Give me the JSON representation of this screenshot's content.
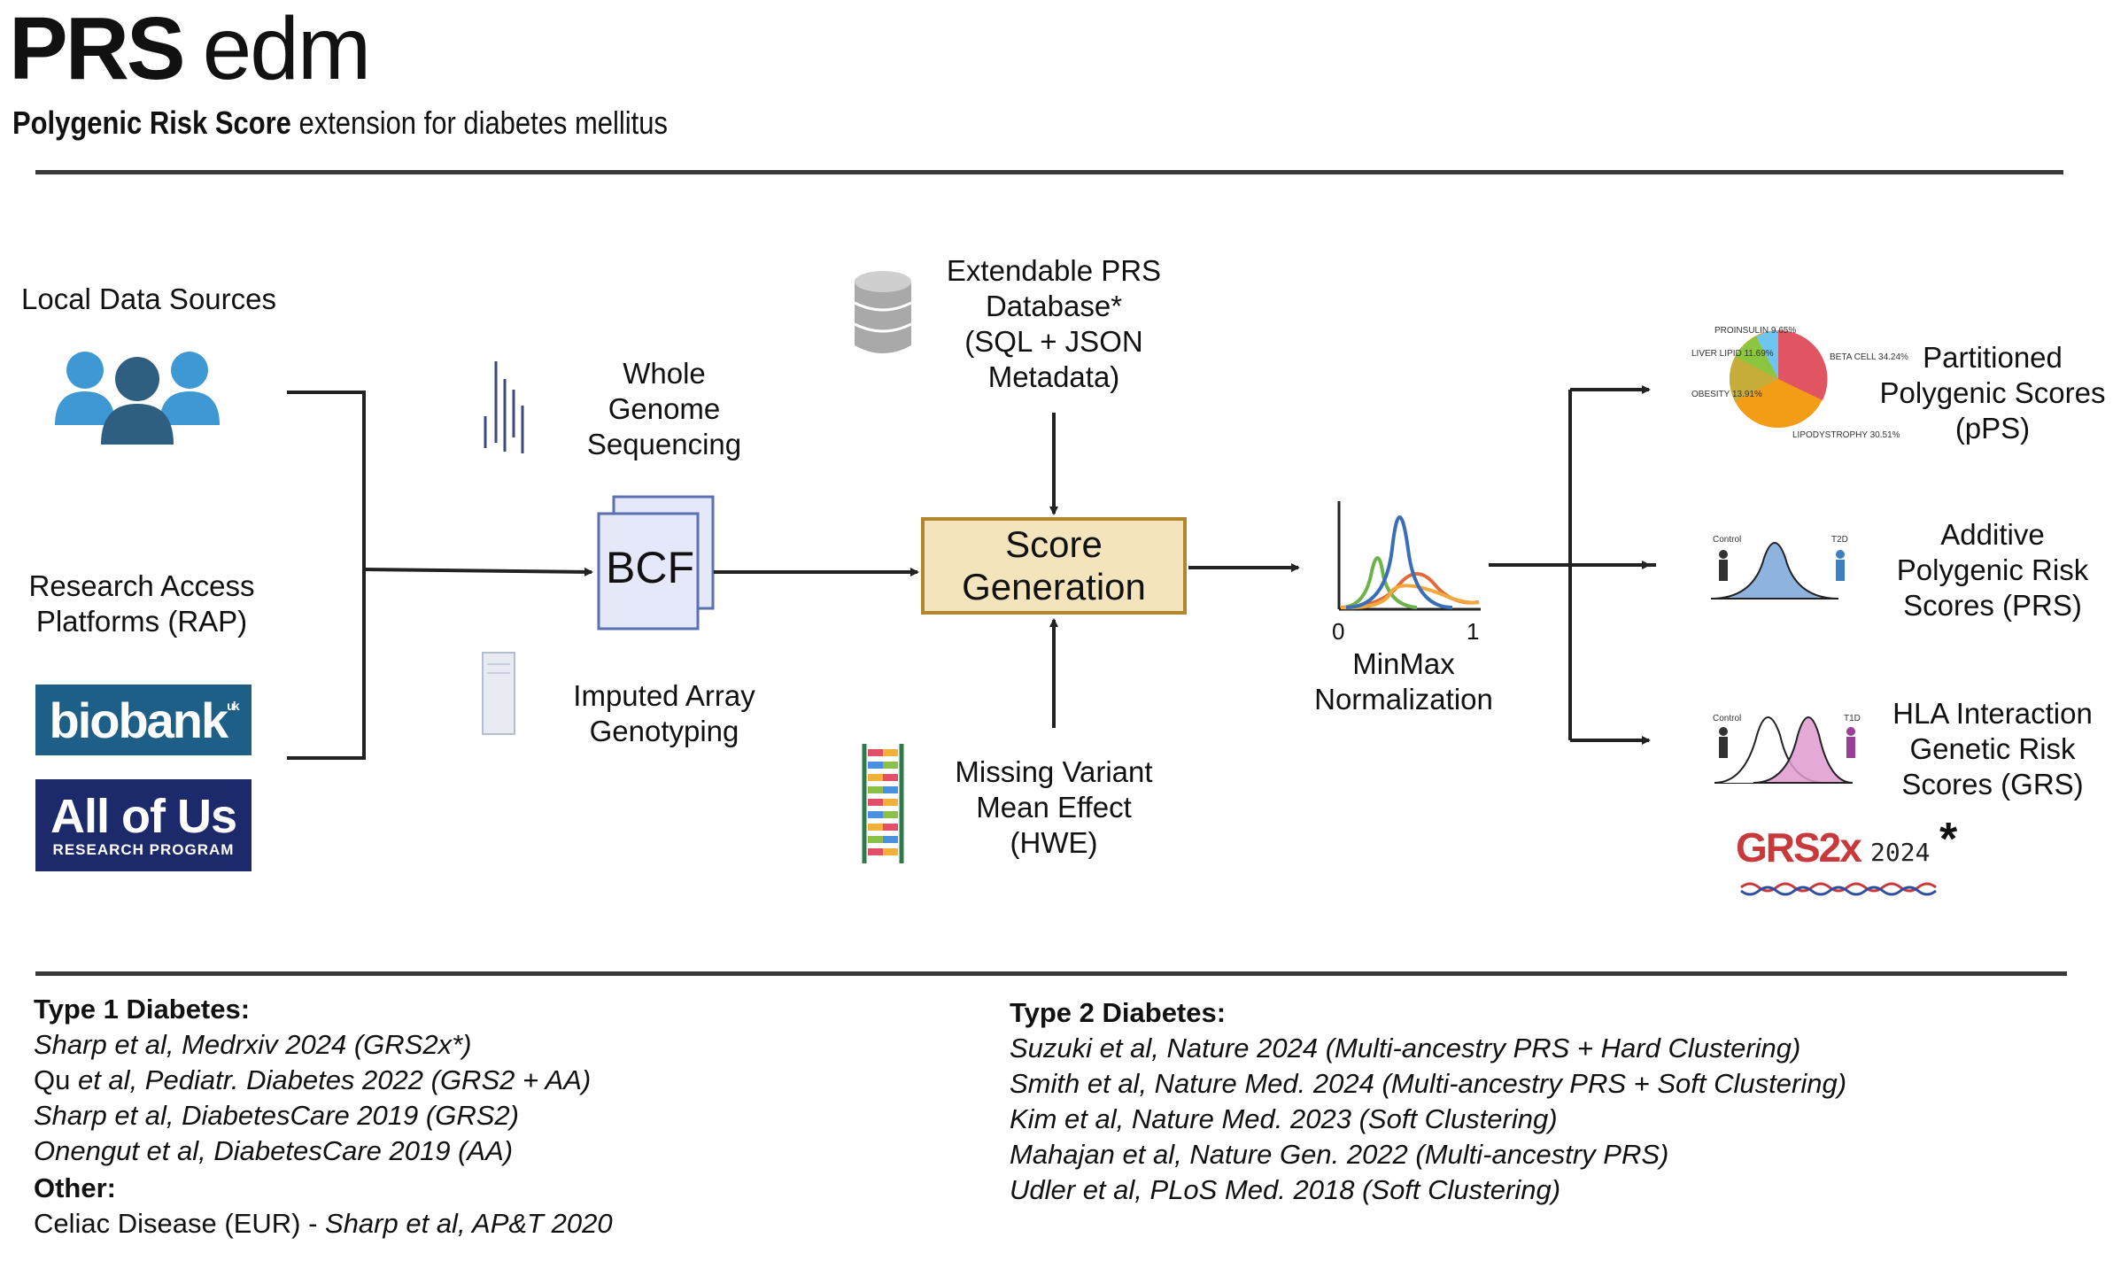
{
  "header": {
    "title_bold": "PRS",
    "title_light": "edm",
    "subtitle_bold": "Polygenic Risk Score",
    "subtitle_rest": " extension for diabetes mellitus"
  },
  "inputs": {
    "local_sources": "Local Data Sources",
    "rap_line1": "Research Access",
    "rap_line2": "Platforms (RAP)",
    "biobank_logo": "biobank",
    "biobank_uk": "uk",
    "allofus_big": "All of Us",
    "allofus_small": "RESEARCH PROGRAM"
  },
  "sequencing": {
    "wgs_line1": "Whole",
    "wgs_line2": "Genome",
    "wgs_line3": "Sequencing",
    "array_line1": "Imputed Array",
    "array_line2": "Genotyping",
    "bcf": "BCF"
  },
  "database": {
    "line1": "Extendable PRS",
    "line2": "Database*",
    "line3": "(SQL + JSON",
    "line4": "Metadata)"
  },
  "score": {
    "line1": "Score",
    "line2": "Generation"
  },
  "missing": {
    "line1": "Missing Variant",
    "line2": "Mean Effect",
    "line3": "(HWE)"
  },
  "normalization": {
    "tick0": "0",
    "tick1": "1",
    "line1": "MinMax",
    "line2": "Normalization"
  },
  "outputs": {
    "pps_line1": "Partitioned",
    "pps_line2": "Polygenic Scores",
    "pps_line3": "(pPS)",
    "prs_line1": "Additive",
    "prs_line2": "Polygenic Risk",
    "prs_line3": "Scores (PRS)",
    "grs_line1": "HLA Interaction",
    "grs_line2": "Genetic Risk",
    "grs_line3": "Scores (GRS)",
    "grs2x": "GRS2x",
    "grs2x_year": "2024",
    "grs2x_star": "*",
    "pie_labels": [
      "PROINSULIN",
      "LIVER LIPID",
      "OBESITY",
      "BETA CELL",
      "LIPODYSTROPHY"
    ],
    "pie_values": [
      "9.65%",
      "11.69%",
      "13.91%",
      "34.24%",
      "30.51%"
    ],
    "prs_control": "Control",
    "prs_case": "T2D",
    "grs_control": "Control",
    "grs_case": "T1D"
  },
  "colors": {
    "score_fill": "#f3e4bc",
    "score_border": "#b0862f",
    "bcf_fill": "#e4e8f8",
    "bcf_border": "#5b6fb3",
    "people_light": "#3d98d3",
    "people_dark": "#2e5f80",
    "pie_red": "#e05561",
    "pie_orange": "#f39c16",
    "pie_olive": "#c6ad3a",
    "pie_green": "#8cc63f",
    "pie_blue": "#6ec6f0",
    "t2d_fill": "#8db3de",
    "t1d_fill": "#e19ad0"
  },
  "refs": {
    "t1d_head": "Type 1 Diabetes:",
    "t1d": [
      {
        "pre": "",
        "ital": "Sharp et al, Medrxiv 2024 (GRS2x*)"
      },
      {
        "pre": "Qu ",
        "ital": "et al, Pediatr. Diabetes 2022 (GRS2 + AA)"
      },
      {
        "pre": "",
        "ital": "Sharp et al, DiabetesCare 2019 (GRS2)"
      },
      {
        "pre": "",
        "ital": "Onengut et al, DiabetesCare 2019 (AA)"
      }
    ],
    "other_head": "Other:",
    "other": [
      {
        "pre": "Celiac Disease (EUR) - ",
        "ital": "Sharp et al, AP&T 2020"
      }
    ],
    "t2d_head": "Type 2 Diabetes:",
    "t2d": [
      {
        "pre": "",
        "ital": "Suzuki et al, Nature 2024 (Multi-ancestry PRS + Hard Clustering)"
      },
      {
        "pre": "",
        "ital": "Smith et al, Nature Med. 2024 (Multi-ancestry PRS + Soft Clustering)"
      },
      {
        "pre": "",
        "ital": "Kim et al, Nature Med. 2023 (Soft Clustering)"
      },
      {
        "pre": "",
        "ital": "Mahajan et al, Nature Gen. 2022 (Multi-ancestry PRS)"
      },
      {
        "pre": "",
        "ital": "Udler et al, PLoS Med. 2018 (Soft Clustering)"
      }
    ]
  }
}
